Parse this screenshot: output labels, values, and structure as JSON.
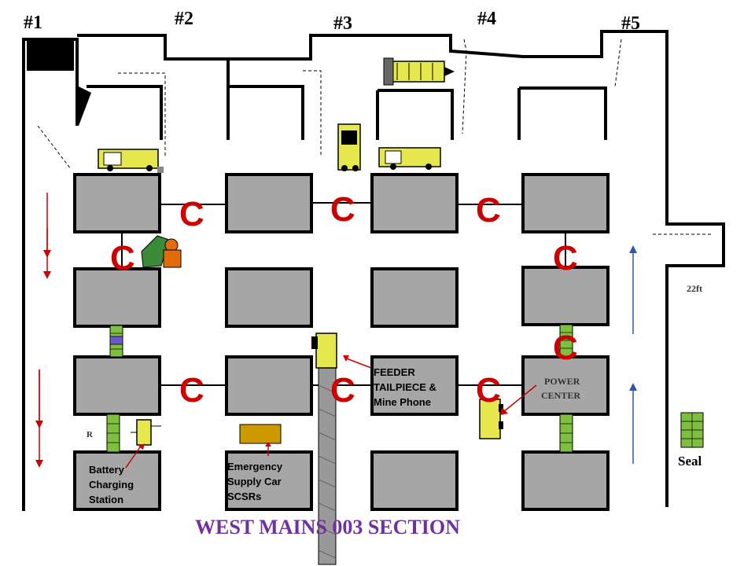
{
  "entries": [
    {
      "id": "e1",
      "label": "#1"
    },
    {
      "id": "e2",
      "label": "#2"
    },
    {
      "id": "e3",
      "label": "#3"
    },
    {
      "id": "e4",
      "label": "#4"
    },
    {
      "id": "e5",
      "label": "#5"
    }
  ],
  "crosscut_marker": "C",
  "labels": {
    "feeder_line1": "FEEDER",
    "feeder_line2": "TAILPIECE &",
    "feeder_line3": "Mine Phone",
    "power_line1": "POWER",
    "power_line2": "CENTER",
    "battery_line1": "Battery",
    "battery_line2": "Charging",
    "battery_line3": "Station",
    "emergency_line1": "Emergency",
    "emergency_line2": "Supply Car",
    "emergency_line3": "SCSRs",
    "width": "22ft",
    "seal": "Seal",
    "r_marker": "R",
    "title": "WEST MAINS 003 SECTION"
  },
  "colors": {
    "pillar": "#a6a6a6",
    "crosscut_marker": "#cc0000",
    "title": "#7030a0",
    "equipment": "#e6e64d",
    "stopping": "#7fbf3f",
    "supply_car": "#cc9900",
    "intake_arrow": "#cc0000",
    "return_arrow": "#3355aa"
  }
}
